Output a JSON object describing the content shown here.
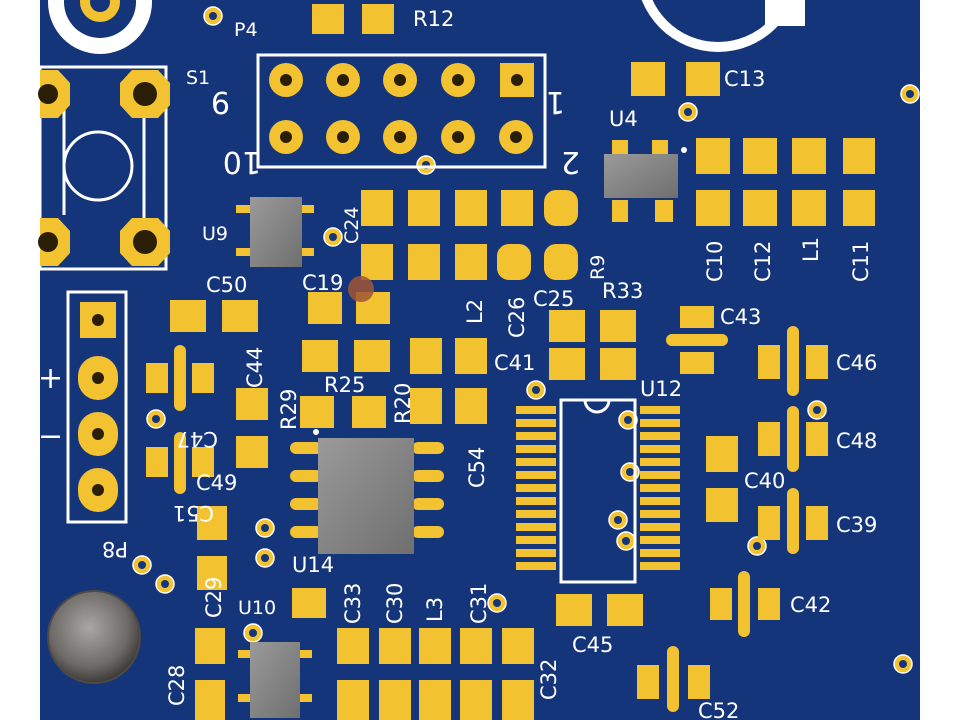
{
  "board": {
    "colors": {
      "soldermask": "#15357a",
      "copper_pad": "#f2c230",
      "silkscreen": "#ffffff",
      "ic_body": "#8a8a8a",
      "margin": "#ffffff"
    }
  },
  "labels": {
    "p4": "P4",
    "r12": "R12",
    "s1": "S1",
    "c13": "C13",
    "u4": "U4",
    "pin9": "9",
    "pin1": "1",
    "pin10": "10",
    "pin2": "2",
    "u9": "U9",
    "c24": "C24",
    "c10": "C10",
    "c12": "C12",
    "l1": "L1",
    "c11": "C11",
    "c50": "C50",
    "c19": "C19",
    "l2": "L2",
    "c26": "C26",
    "c25": "C25",
    "r9": "R9",
    "r33": "R33",
    "c43": "C43",
    "plus": "+",
    "minus": "−",
    "c44": "C44",
    "r29": "R29",
    "r25": "R25",
    "r20": "R20",
    "c41": "C41",
    "u12": "U12",
    "c46": "C46",
    "c47": "C47",
    "c48": "C48",
    "c49": "C49",
    "c54": "C54",
    "c40": "C40",
    "c51": "C51",
    "c39": "C39",
    "p8": "P8",
    "u14": "U14",
    "c29": "C29",
    "c33": "C33",
    "c30": "C30",
    "l3": "L3",
    "c31": "C31",
    "c42": "C42",
    "u10": "U10",
    "c45": "C45",
    "c28": "C28",
    "c32": "C32",
    "c52": "C52"
  }
}
